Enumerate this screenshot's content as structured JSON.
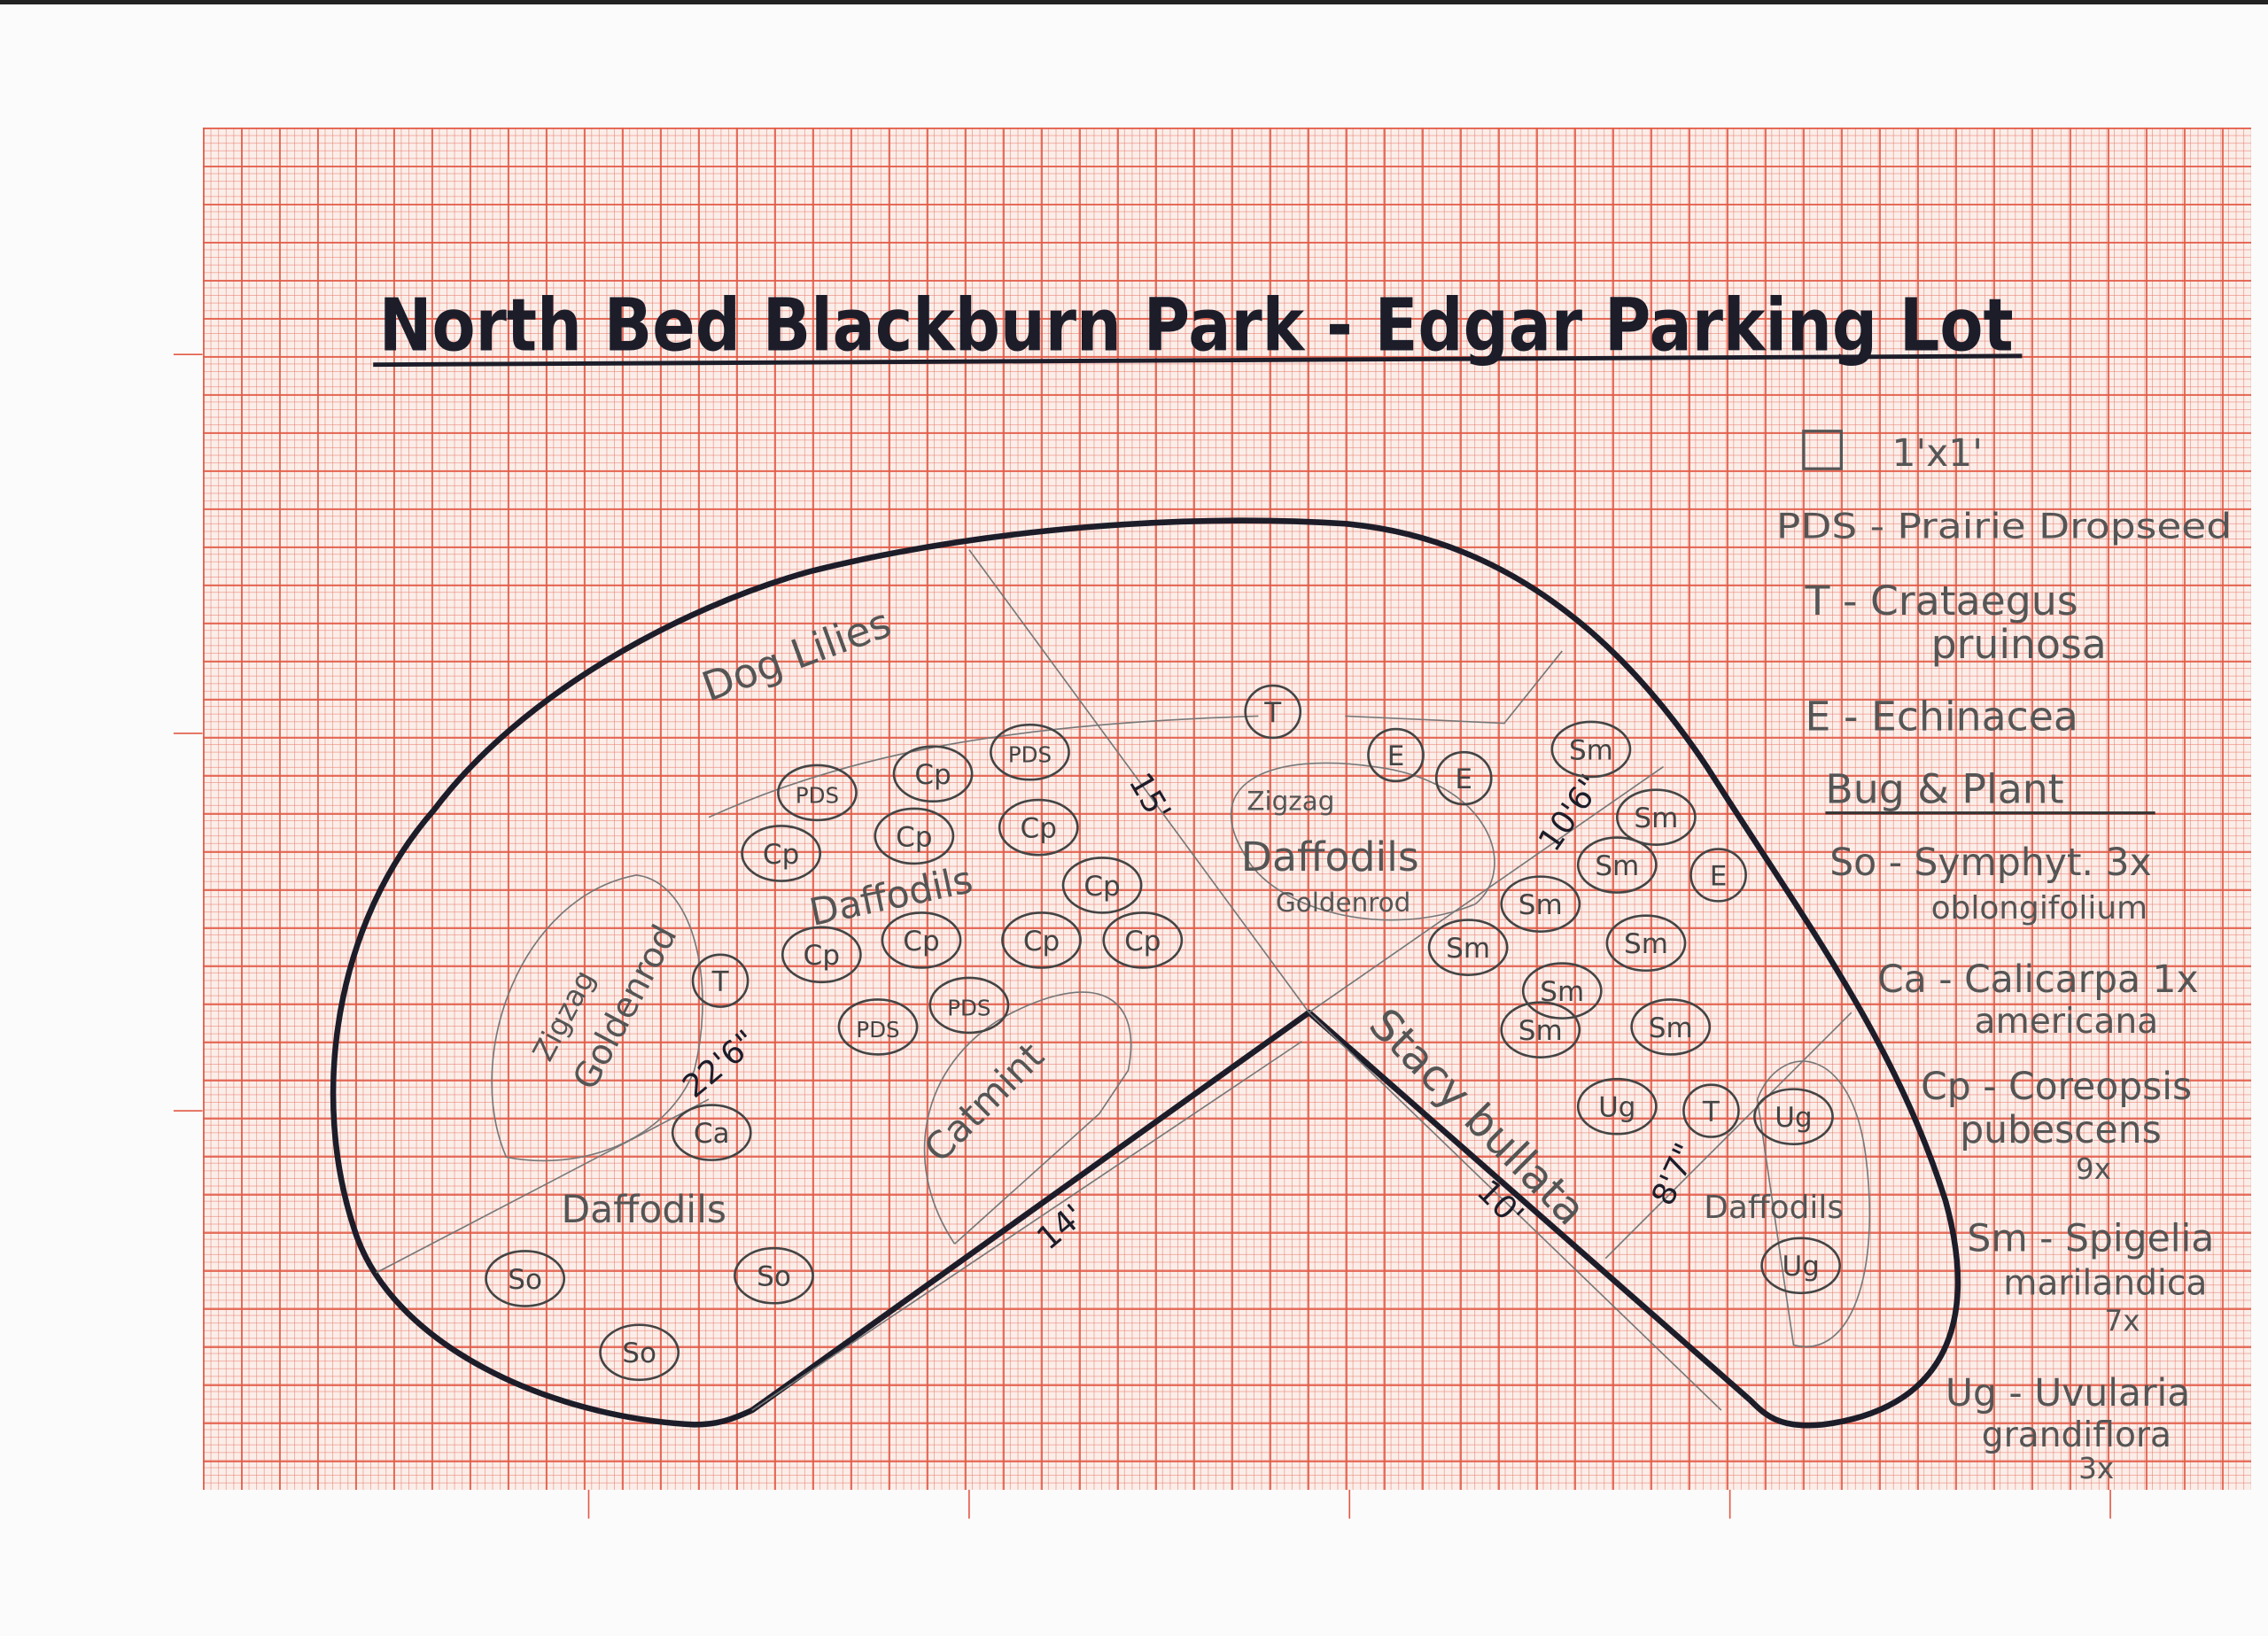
{
  "title": "North Bed Blackburn Park - Edgar Parking Lot",
  "legend": {
    "scale_label": "1'x1'",
    "entries": [
      {
        "line1": "PDS - Prairie Dropseed",
        "line2": ""
      },
      {
        "line1": "T - Crataegus",
        "line2": "pruinosa"
      },
      {
        "line1": "E - Echinacea",
        "line2": ""
      }
    ],
    "subheading": "Bug & Plant",
    "bug_entries": [
      {
        "line1": "So - Symphyt.  3x",
        "line2": "oblongifolium",
        "line3": ""
      },
      {
        "line1": "Ca - Calicarpa 1x",
        "line2": "americana",
        "line3": ""
      },
      {
        "line1": "Cp - Coreopsis",
        "line2": "pubescens",
        "line3": "9x"
      },
      {
        "line1": "Sm - Spigelia",
        "line2": "marilandica",
        "line3": "7x"
      },
      {
        "line1": "Ug - Uvularia",
        "line2": "grandiflora",
        "line3": "3x"
      }
    ]
  },
  "areas": {
    "dog_lilies": "Dog Lilies",
    "zigzag_goldenrod_1": "Zigzag",
    "zigzag_goldenrod_2": "Goldenrod",
    "daffodils_center": "Daffodils",
    "daffodils_lower": "Daffodils",
    "catmint": "Catmint",
    "zigzag_right": "Zigzag",
    "daffodils_right": "Daffodils",
    "goldenrod_right": "Goldenrod",
    "stacy_bullata": "Stacy bullata",
    "daffodils_far_right": "Daffodils"
  },
  "dimensions": {
    "d1": "22'6\"",
    "d2": "14'",
    "d3": "15'",
    "d4": "10'6\"",
    "d5": "10'",
    "d6": "8'7\""
  },
  "plants": [
    {
      "code": "PDS"
    },
    {
      "code": "Cp"
    },
    {
      "code": "Cp"
    },
    {
      "code": "PDS"
    },
    {
      "code": "Cp"
    },
    {
      "code": "Cp"
    },
    {
      "code": "Cp"
    },
    {
      "code": "Cp"
    },
    {
      "code": "Cp"
    },
    {
      "code": "Cp"
    },
    {
      "code": "Cp"
    },
    {
      "code": "PDS"
    },
    {
      "code": "PDS"
    },
    {
      "code": "T"
    },
    {
      "code": "Ca"
    },
    {
      "code": "So"
    },
    {
      "code": "So"
    },
    {
      "code": "So"
    },
    {
      "code": "T"
    },
    {
      "code": "E"
    },
    {
      "code": "E"
    },
    {
      "code": "Sm"
    },
    {
      "code": "Sm"
    },
    {
      "code": "Sm"
    },
    {
      "code": "Sm"
    },
    {
      "code": "Sm"
    },
    {
      "code": "Sm"
    },
    {
      "code": "Sm"
    },
    {
      "code": "Sm"
    },
    {
      "code": "Sm"
    },
    {
      "code": "Ug"
    },
    {
      "code": "T"
    },
    {
      "code": "Ug"
    },
    {
      "code": "Ug"
    },
    {
      "code": "E"
    }
  ],
  "colors": {
    "ink": "#1d1d2a",
    "pencil": "#555555",
    "grid": "#e25a46"
  }
}
